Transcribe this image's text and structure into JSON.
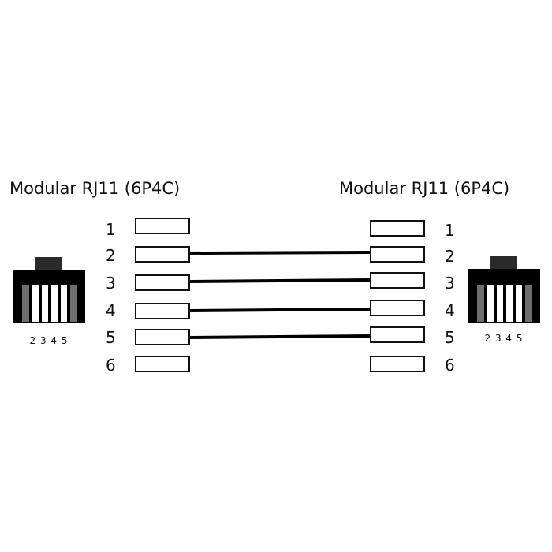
{
  "left": {
    "title": "Modular RJ11 (6P4C)",
    "contact_label": "2 3 4 5"
  },
  "right": {
    "title": "Modular RJ11 (6P4C)",
    "contact_label": "2 3 4 5"
  },
  "pins": [
    "1",
    "2",
    "3",
    "4",
    "5",
    "6"
  ],
  "wires": [
    {
      "from": "2",
      "to": "2"
    },
    {
      "from": "3",
      "to": "3"
    },
    {
      "from": "4",
      "to": "4"
    },
    {
      "from": "5",
      "to": "5"
    }
  ],
  "colors": {
    "connector": "#000000",
    "cap": "#2a2a2a",
    "outer_contact": "#6e6e6e",
    "contact": "#ffffff"
  }
}
